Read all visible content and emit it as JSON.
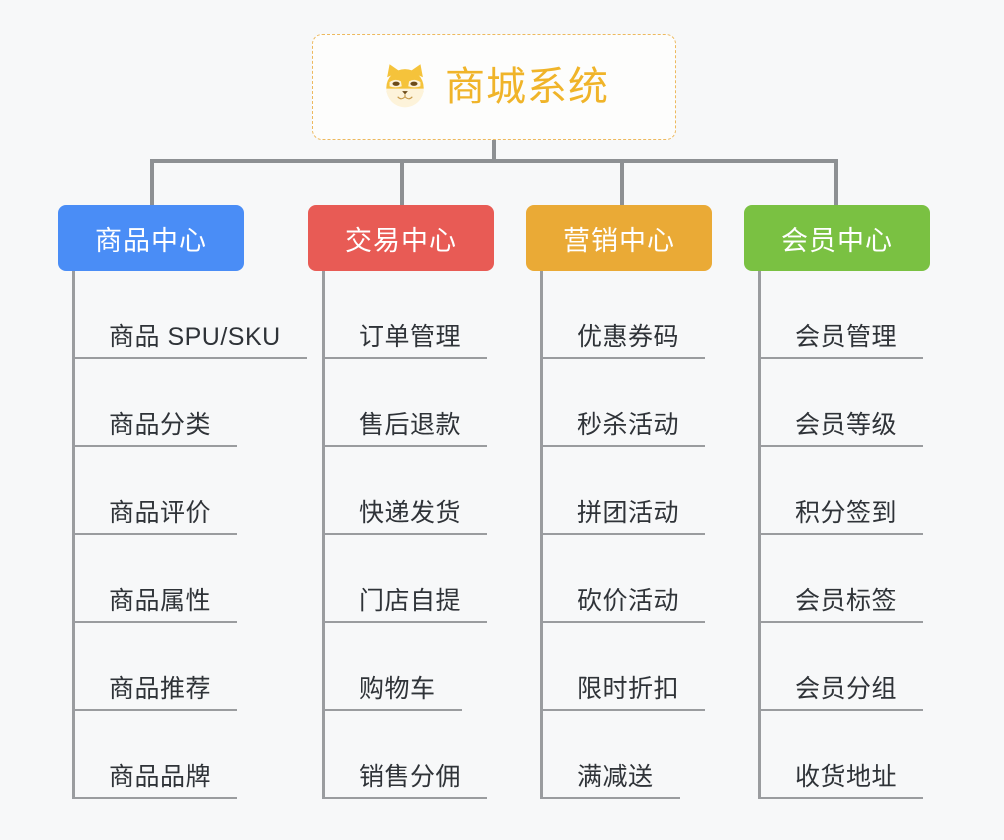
{
  "root": {
    "title": "商城系统",
    "icon": "shiba-dog-face-icon",
    "title_color": "#f0b429",
    "border_color": "#edb95e"
  },
  "connector_color": "#8d9093",
  "background_color": "#f7f8f9",
  "leaf_text_color": "#2f3338",
  "leaf_line_color": "#9a9c9f",
  "columns": [
    {
      "title": "商品中心",
      "color": "#4a8df6",
      "leaves": [
        {
          "label": "商品 SPU/SKU"
        },
        {
          "label": "商品分类"
        },
        {
          "label": "商品评价"
        },
        {
          "label": "商品属性"
        },
        {
          "label": "商品推荐"
        },
        {
          "label": "商品品牌"
        }
      ]
    },
    {
      "title": "交易中心",
      "color": "#e85b55",
      "leaves": [
        {
          "label": "订单管理"
        },
        {
          "label": "售后退款"
        },
        {
          "label": "快递发货"
        },
        {
          "label": "门店自提"
        },
        {
          "label": "购物车"
        },
        {
          "label": "销售分佣"
        }
      ]
    },
    {
      "title": "营销中心",
      "color": "#eaaa36",
      "leaves": [
        {
          "label": "优惠券码"
        },
        {
          "label": "秒杀活动"
        },
        {
          "label": "拼团活动"
        },
        {
          "label": "砍价活动"
        },
        {
          "label": "限时折扣"
        },
        {
          "label": "满减送"
        }
      ]
    },
    {
      "title": "会员中心",
      "color": "#7ac142",
      "leaves": [
        {
          "label": "会员管理"
        },
        {
          "label": "会员等级"
        },
        {
          "label": "积分签到"
        },
        {
          "label": "会员标签"
        },
        {
          "label": "会员分组"
        },
        {
          "label": "收货地址"
        }
      ]
    }
  ]
}
